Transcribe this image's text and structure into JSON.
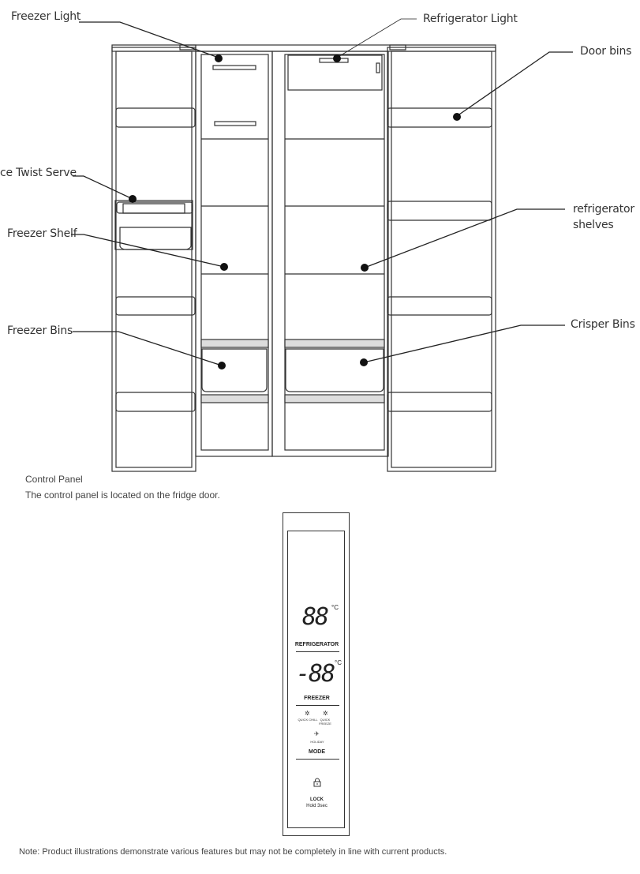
{
  "callouts": {
    "freezer_light": "Freezer Light",
    "refrigerator_light": "Refrigerator Light",
    "door_bins": "Door bins",
    "ice_twist_serve": "ce Twist Serve",
    "freezer_shelf": "Freezer Shelf",
    "refrigerator_shelves": "refrigerator shelves",
    "freezer_bins": "Freezer Bins",
    "crisper_bins": "Crisper Bins"
  },
  "info": {
    "heading": "Control Panel",
    "text": "The control panel is located on the fridge door."
  },
  "panel": {
    "fridge_display": "88",
    "fridge_unit": "°C",
    "fridge_label": "REFRIGERATOR",
    "freezer_display": "-88",
    "freezer_unit": "°C",
    "freezer_label": "FREEZER",
    "quick_chill": "QUICK CHILL",
    "quick_freeze": "QUICK FREEZE",
    "holiday": "HOLIDAY",
    "mode_label": "MODE",
    "lock_label": "LOCK",
    "lock_hint": "Hold 3sec"
  },
  "icons": {
    "quick_chill": "snowflake-icon",
    "quick_freeze": "snowflake-icon",
    "holiday": "airplane-icon",
    "lock": "padlock-icon"
  },
  "note": "Note: Product illustrations demonstrate various features but may not be completely in line with current products."
}
